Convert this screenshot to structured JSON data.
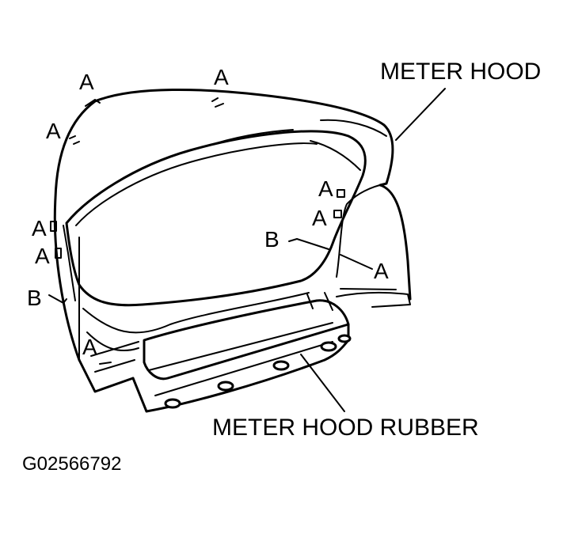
{
  "labels": {
    "meter_hood": "METER HOOD",
    "meter_hood_rubber": "METER HOOD RUBBER",
    "figure_id": "G02566792",
    "clip_a": "A",
    "clip_b": "B"
  }
}
